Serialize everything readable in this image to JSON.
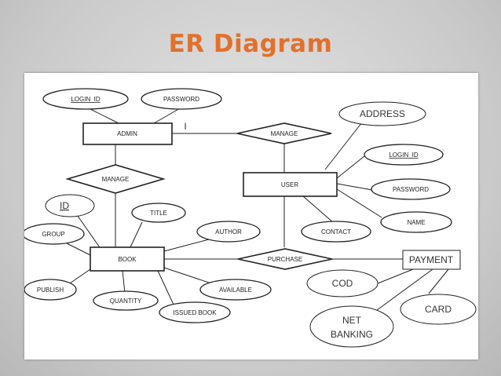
{
  "title": "ER Diagram",
  "entities": {
    "admin": "ADMIN",
    "user": "USER",
    "book": "BOOK",
    "payment": "PAYMENT"
  },
  "relationships": {
    "manage_top": "MANAGE",
    "manage_left": "MANAGE",
    "purchase": "PURCHASE"
  },
  "attributes": {
    "admin_login_id": "LOGIN_ID",
    "admin_password": "PASSWORD",
    "address": "ADDRESS",
    "user_login_id": "LOGIN_ID",
    "user_password": "PASSWORD",
    "name": "NAME",
    "contact": "CONTACT",
    "id": "ID",
    "title": "TITLE",
    "author": "AUTHOR",
    "group": "GROUP",
    "publish": "PUBLISH",
    "quantity": "QUANTITY",
    "issued_book": "ISSUED BOOK",
    "available": "AVAILABLE",
    "cod": "COD",
    "card": "CARD",
    "net_banking_line1": "NET",
    "net_banking_line2": "BANKING"
  },
  "cardinality_mark": "I"
}
